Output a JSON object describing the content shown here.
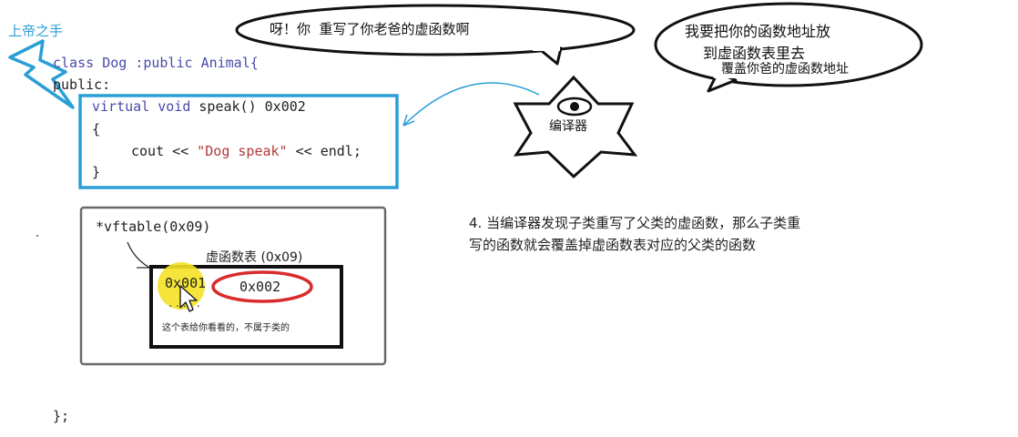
{
  "god_hand": {
    "label": "上帝之手",
    "lightning_color": "#2a9fd6"
  },
  "code": {
    "kw_class": "class",
    "class_name": "Dog",
    "inherit_kw": ":public",
    "base_name": "Animal{",
    "access": "public:",
    "kw_virtual": "virtual",
    "kw_void": "void",
    "fn_sig": "speak() 0x002",
    "brace_open": "{",
    "cout": "cout",
    "op1": "<<",
    "str_literal": "\"Dog speak\"",
    "op2": "<<",
    "endl": "endl;",
    "brace_close": "}",
    "class_end": "};"
  },
  "bubbles": {
    "left": "呀！你  重写了你老爸的虚函数啊",
    "right_line1": "我要把你的函数地址放",
    "right_line2": "到虚函数表里去",
    "right_line3": "覆盖你爸的虚函数地址"
  },
  "compiler": {
    "label": "编译器"
  },
  "object_box": {
    "vfptr": "*vftable(0x09)",
    "table_title": "虚函数表 (0x09)",
    "slot_old": "0x001",
    "slot_new": "0x002",
    "dots": ".....",
    "note": "这个表给你看看的，不属于类的"
  },
  "explanation": {
    "line1": "4. 当编译器发现子类重写了父类的虚函数，那么子类重",
    "line2": "写的函数就会覆盖掉虚函数表对应的父类的函数"
  },
  "colors": {
    "accent_blue": "#2a9fd6",
    "highlight_red": "#d92b2b",
    "highlight_yellow": "#f4e225"
  }
}
